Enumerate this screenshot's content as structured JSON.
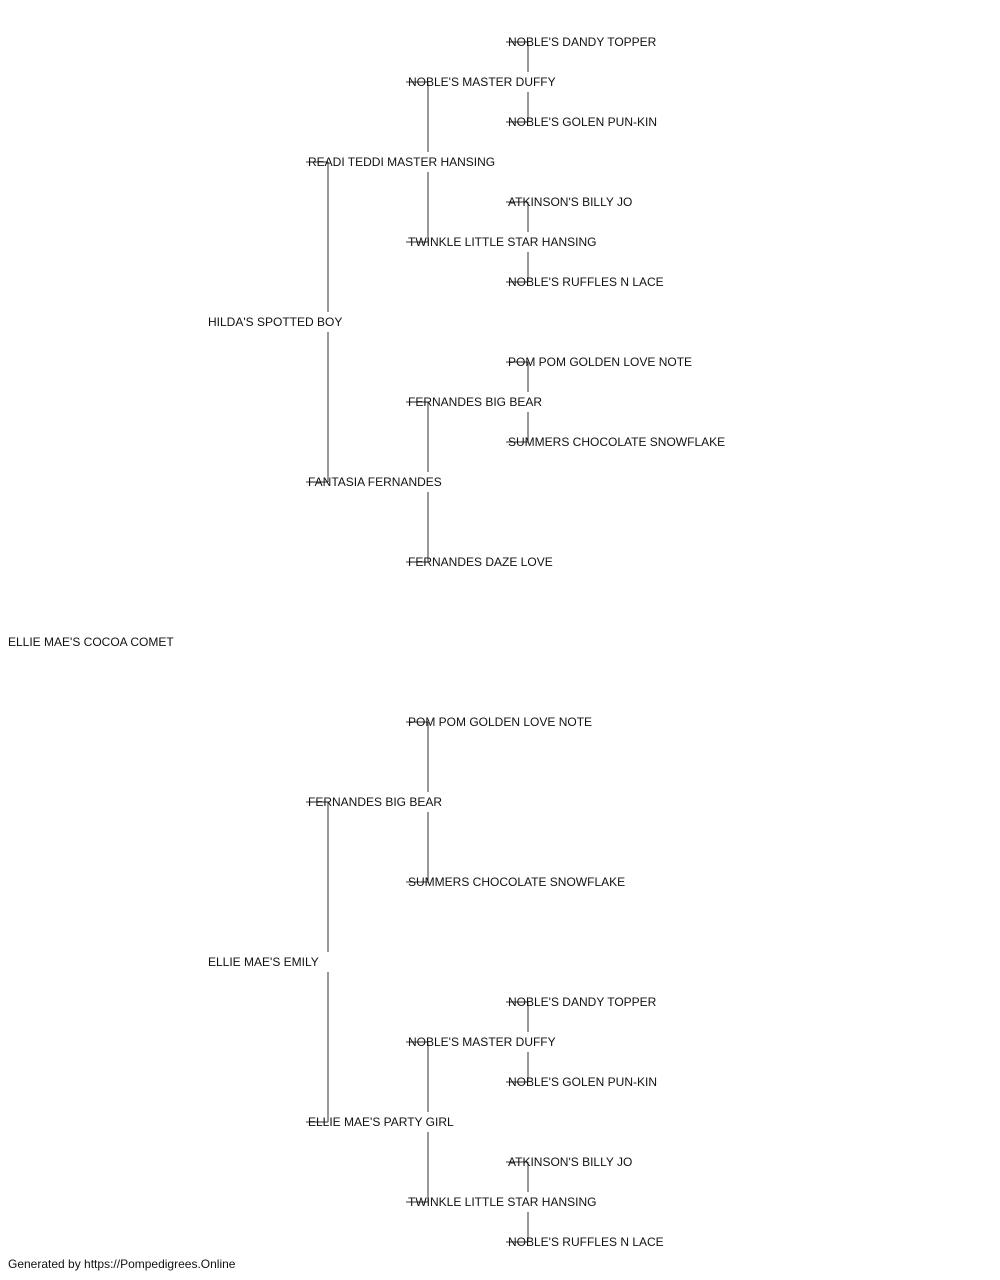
{
  "pedigree": {
    "subject": "ELLIE MAE'S COCOA COMET",
    "sire": {
      "name": "HILDA'S SPOTTED BOY",
      "sire": {
        "name": "READI TEDDI MASTER HANSING",
        "sire": {
          "name": "NOBLE'S MASTER DUFFY",
          "sire": {
            "name": "NOBLE'S DANDY TOPPER"
          },
          "dam": {
            "name": "NOBLE'S GOLEN PUN-KIN"
          }
        },
        "dam": {
          "name": "TWINKLE LITTLE STAR HANSING",
          "sire": {
            "name": "ATKINSON'S BILLY JO"
          },
          "dam": {
            "name": "NOBLE'S RUFFLES N LACE"
          }
        }
      },
      "dam": {
        "name": "FANTASIA FERNANDES",
        "sire": {
          "name": "FERNANDES BIG BEAR",
          "sire": {
            "name": "POM POM GOLDEN LOVE NOTE"
          },
          "dam": {
            "name": "SUMMERS CHOCOLATE SNOWFLAKE"
          }
        },
        "dam": {
          "name": "FERNANDES DAZE LOVE"
        }
      }
    },
    "dam": {
      "name": "ELLIE MAE'S EMILY",
      "sire": {
        "name": "FERNANDES BIG BEAR",
        "sire": {
          "name": "POM POM GOLDEN LOVE NOTE"
        },
        "dam": {
          "name": "SUMMERS CHOCOLATE SNOWFLAKE"
        }
      },
      "dam": {
        "name": "ELLIE MAE'S PARTY GIRL",
        "sire": {
          "name": "NOBLE'S MASTER DUFFY",
          "sire": {
            "name": "NOBLE'S DANDY TOPPER"
          },
          "dam": {
            "name": "NOBLE'S GOLEN PUN-KIN"
          }
        },
        "dam": {
          "name": "TWINKLE LITTLE STAR HANSING",
          "sire": {
            "name": "ATKINSON'S BILLY JO"
          },
          "dam": {
            "name": "NOBLE'S RUFFLES N LACE"
          }
        }
      }
    }
  },
  "footer": "Generated by https://Pompedigrees.Online"
}
